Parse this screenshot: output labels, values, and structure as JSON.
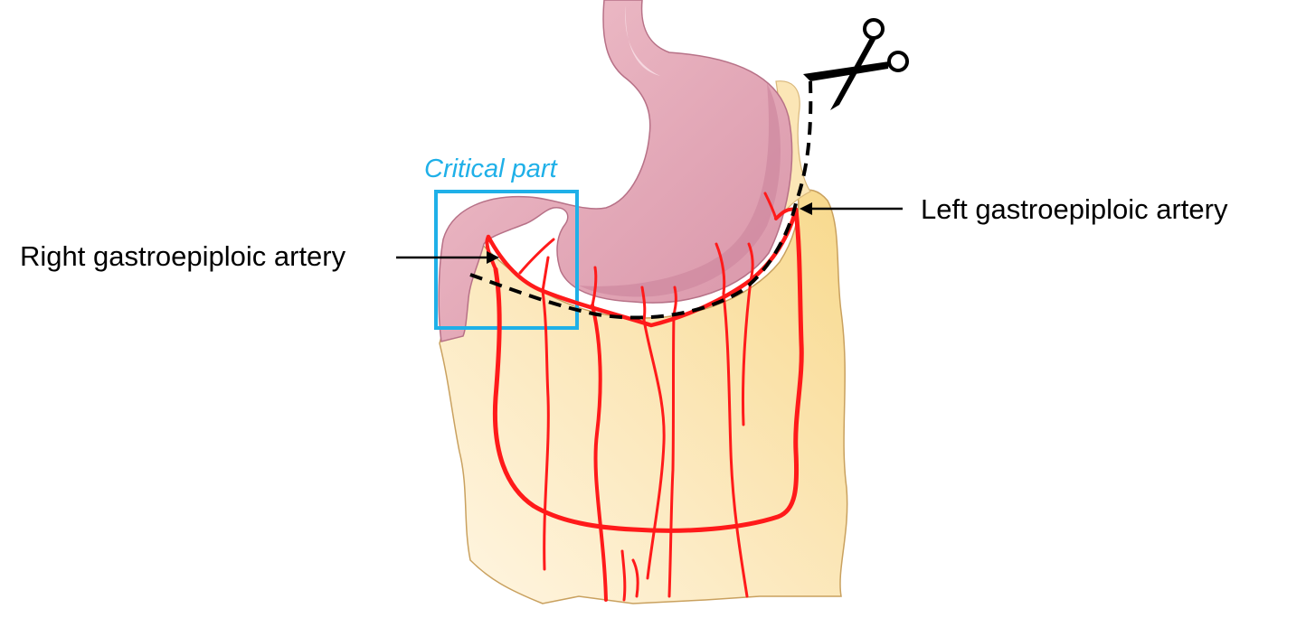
{
  "labels": {
    "critical_part": "Critical part",
    "right_artery": "Right gastroepiploic artery",
    "left_artery": "Left gastroepiploic artery"
  },
  "colors": {
    "stomach": "#e4aab9",
    "stomach_dark": "#c98197",
    "omentum": "#fbe6b6",
    "artery": "#ff1a1a",
    "highlight_box": "#1fb0e8",
    "cut_line": "#000000"
  },
  "icons": {
    "scissors": "scissors-icon"
  }
}
